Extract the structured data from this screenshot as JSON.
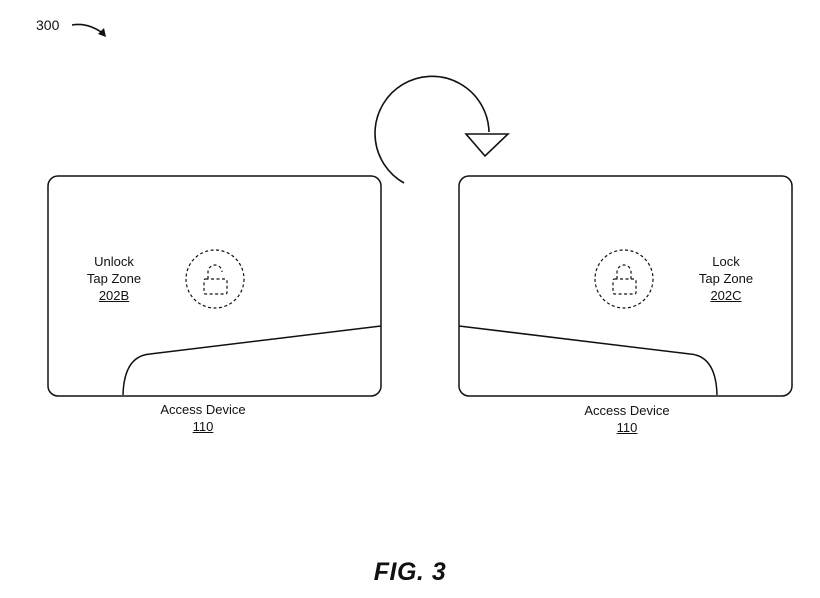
{
  "figure": {
    "ref_number": "300",
    "caption": "FIG. 3"
  },
  "left_device": {
    "zone_line1": "Unlock",
    "zone_line2": "Tap Zone",
    "zone_ref": "202B",
    "device_label": "Access Device",
    "device_ref": "110",
    "icon": "unlocked-padlock-icon"
  },
  "right_device": {
    "zone_line1": "Lock",
    "zone_line2": "Tap Zone",
    "zone_ref": "202C",
    "device_label": "Access Device",
    "device_ref": "110",
    "icon": "locked-padlock-icon"
  },
  "rotation_icon": "clockwise-rotation-arrow-icon",
  "colors": {
    "stroke": "#111111",
    "background": "#ffffff"
  }
}
